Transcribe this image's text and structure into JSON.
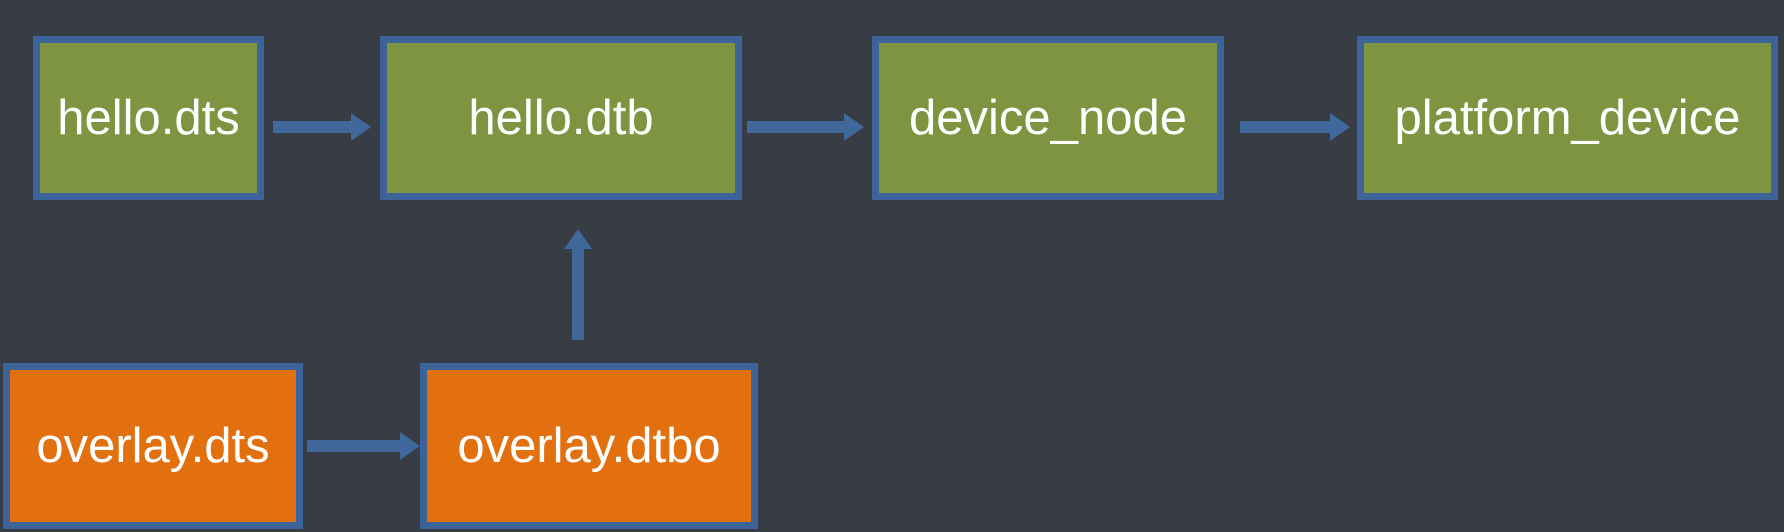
{
  "diagram": {
    "type": "flowchart",
    "colors": {
      "canvas-bg": "#383c45",
      "node-green": "#7e9440",
      "node-orange": "#e2700f",
      "node-border": "#3c649a",
      "arrow": "#40689b",
      "text": "#ffffff"
    },
    "nodes": [
      {
        "id": "hello-dts",
        "label": "hello.dts",
        "kind": "green"
      },
      {
        "id": "hello-dtb",
        "label": "hello.dtb",
        "kind": "green"
      },
      {
        "id": "device-node",
        "label": "device_node",
        "kind": "green"
      },
      {
        "id": "platform-device",
        "label": "platform_device",
        "kind": "green"
      },
      {
        "id": "overlay-dts",
        "label": "overlay.dts",
        "kind": "orange"
      },
      {
        "id": "overlay-dtbo",
        "label": "overlay.dtbo",
        "kind": "orange"
      }
    ],
    "edges": [
      {
        "from": "hello-dts",
        "to": "hello-dtb",
        "direction": "right"
      },
      {
        "from": "hello-dtb",
        "to": "device-node",
        "direction": "right"
      },
      {
        "from": "device-node",
        "to": "platform-device",
        "direction": "right"
      },
      {
        "from": "overlay-dts",
        "to": "overlay-dtbo",
        "direction": "right"
      },
      {
        "from": "overlay-dtbo",
        "to": "hello-dtb",
        "direction": "up"
      }
    ]
  }
}
